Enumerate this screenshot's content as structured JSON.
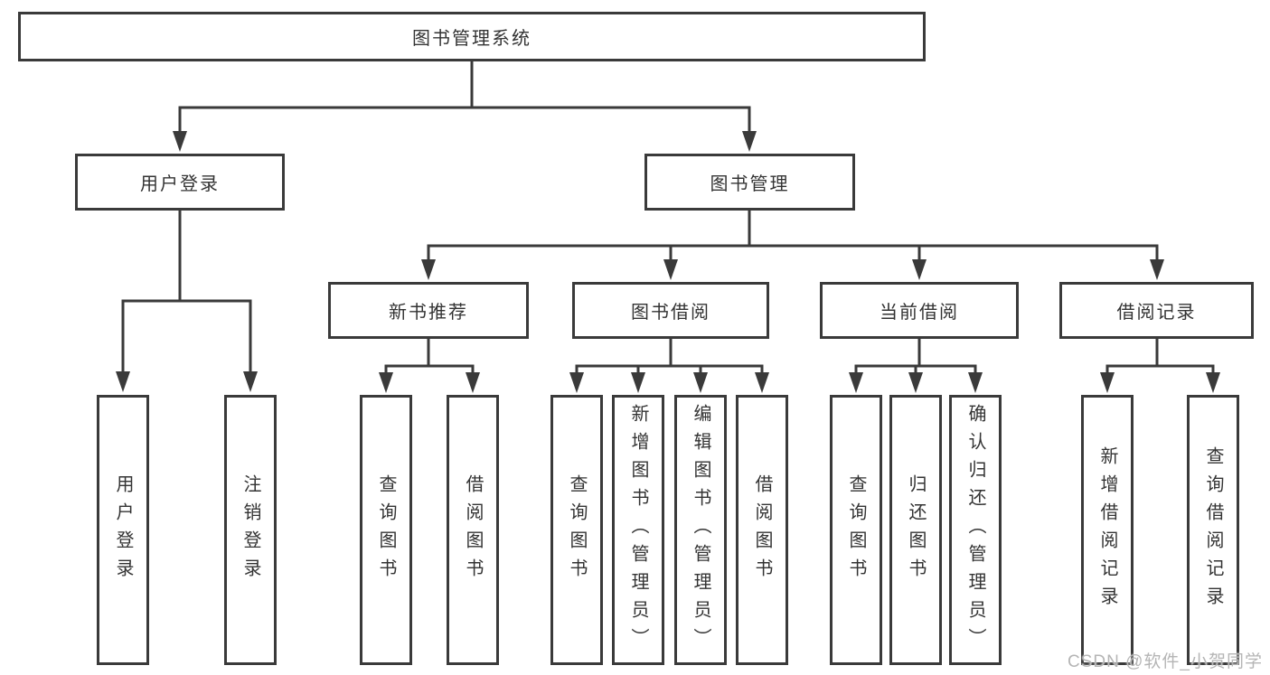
{
  "tree": {
    "root": {
      "label": "图书管理系统",
      "children": [
        {
          "label": "用户登录",
          "children": [
            {
              "label": "用户登录"
            },
            {
              "label": "注销登录"
            }
          ]
        },
        {
          "label": "图书管理",
          "children": [
            {
              "label": "新书推荐",
              "children": [
                {
                  "label": "查询图书"
                },
                {
                  "label": "借阅图书"
                }
              ]
            },
            {
              "label": "图书借阅",
              "children": [
                {
                  "label": "查询图书"
                },
                {
                  "label": "新增图书（管理员）"
                },
                {
                  "label": "编辑图书（管理员）"
                },
                {
                  "label": "借阅图书"
                }
              ]
            },
            {
              "label": "当前借阅",
              "children": [
                {
                  "label": "查询图书"
                },
                {
                  "label": "归还图书"
                },
                {
                  "label": "确认归还（管理员）"
                }
              ]
            },
            {
              "label": "借阅记录",
              "children": [
                {
                  "label": "新增借阅记录"
                },
                {
                  "label": "查询借阅记录"
                }
              ]
            }
          ]
        }
      ]
    }
  },
  "watermark": {
    "text": "CSDN @软件_小贺同学"
  },
  "colors": {
    "line": "#3a3a3a",
    "border": "#3a3a3a",
    "text": "#333333",
    "background": "#ffffff",
    "watermark": "#b5b5b5"
  }
}
